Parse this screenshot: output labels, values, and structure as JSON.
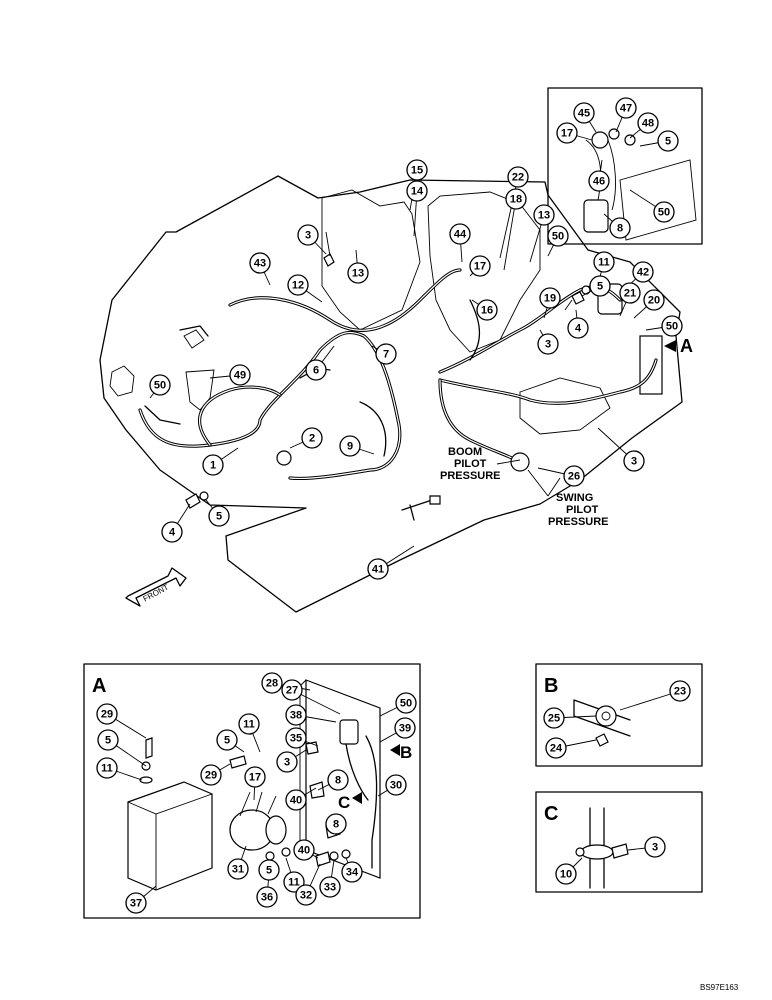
{
  "labels": {
    "boom_pilot_pressure": [
      "BOOM",
      "PILOT",
      "PRESSURE"
    ],
    "swing_pilot_pressure": [
      "SWING",
      "PILOT",
      "PRESSURE"
    ],
    "front": "FRONT",
    "detail_a": "A",
    "detail_b": "B",
    "detail_c": "C",
    "pointer_a": "A",
    "pointer_b": "B",
    "pointer_c": "C",
    "figure_code": "BS97E163"
  },
  "callouts": {
    "main": [
      "15",
      "14",
      "22",
      "18",
      "13",
      "44",
      "17",
      "50",
      "3",
      "43",
      "12",
      "13",
      "11",
      "5",
      "42",
      "21",
      "20",
      "19",
      "16",
      "4",
      "3",
      "50",
      "7",
      "6",
      "50",
      "49",
      "2",
      "1",
      "9",
      "26",
      "3",
      "4",
      "5",
      "41",
      "45",
      "47",
      "17",
      "48",
      "5",
      "46",
      "50",
      "8"
    ],
    "detail_a": [
      "28",
      "27",
      "50",
      "29",
      "38",
      "39",
      "11",
      "5",
      "5",
      "35",
      "3",
      "11",
      "29",
      "17",
      "8",
      "40",
      "30",
      "8",
      "40",
      "31",
      "5",
      "11",
      "32",
      "33",
      "34",
      "36",
      "37"
    ],
    "detail_b": [
      "23",
      "25",
      "24"
    ],
    "detail_c": [
      "3",
      "10"
    ]
  },
  "colors": {
    "ink": "#000000",
    "paper": "#ffffff"
  }
}
